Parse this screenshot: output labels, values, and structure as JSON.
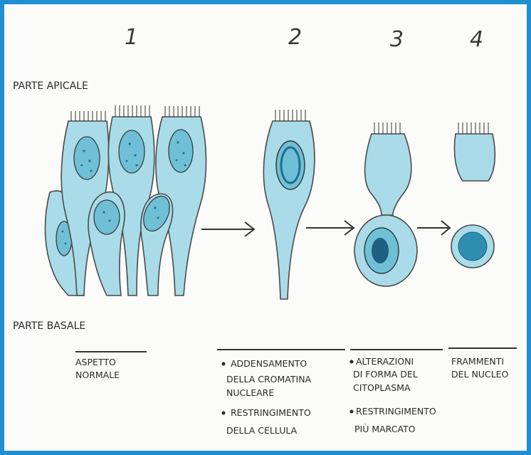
{
  "stage_numbers": [
    "1",
    "2",
    "3",
    "4"
  ],
  "labels": {
    "apical": "PARTE APICALE",
    "basal": "PARTE BASALE"
  },
  "captions": {
    "stage1": [
      "ASPETTO",
      "NORMALE"
    ],
    "stage2": [
      "ADDENSAMENTO",
      "DELLA CROMATINA",
      "NUCLEARE",
      "RESTRINGIMENTO",
      "DELLA CELLULA"
    ],
    "stage3": [
      "ALTERAZIONI",
      "DI FORMA DEL",
      "CITOPLASMA",
      "RESTRINGIMENTO",
      "PIÙ MARCATO"
    ],
    "stage4": [
      "FRAMMENTI",
      "DEL NUCLEO"
    ]
  },
  "colors": {
    "frame": "#1f8fd0",
    "cytoplasm": "#a9dce8",
    "nucleus": "#6fc0d6",
    "chromatin": "#1f6f8f"
  }
}
